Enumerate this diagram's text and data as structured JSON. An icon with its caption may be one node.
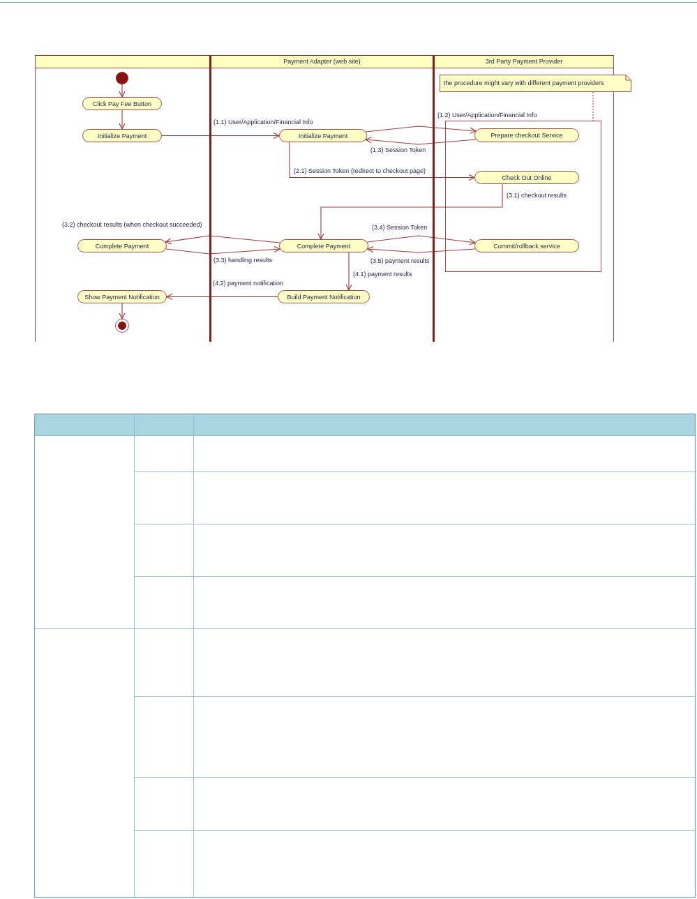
{
  "diagram": {
    "nodes": [
      {
        "text": [],
        "shape": "box"
      },
      {
        "text": [
          "Payment Adapter (web site)"
        ]
      },
      {
        "text": [
          "3rd Party Payment Provider"
        ]
      },
      {
        "text": [],
        "shape": "circle",
        "in": 0
      },
      {
        "text": [
          "the procedure might vary with different payment providers"
        ]
      },
      {
        "text": [
          "Click Pay Fee Button"
        ],
        "in": 0
      },
      {
        "text": [
          "Initialize Payment"
        ],
        "in": 0
      },
      {
        "text": [
          "Initialize Payment"
        ],
        "in": 1
      },
      {
        "text": [],
        "shape": "box",
        "in": 2
      },
      {
        "text": [
          "Prepare checkout Service"
        ],
        "in": 8
      },
      {
        "text": [
          "Check Out Online"
        ],
        "in": 8
      },
      {
        "text": [
          "Complete Payment"
        ],
        "in": 0
      },
      {
        "text": [
          "Complete Payment"
        ],
        "in": 1
      },
      {
        "text": [
          "Commit/rollback service"
        ],
        "in": 8
      },
      {
        "text": [
          "Show Payment Notification"
        ],
        "in": 0
      },
      {
        "text": [
          "Build Payment Notification"
        ],
        "in": 1
      },
      {
        "text": [],
        "shape": "circle",
        "in": 0
      }
    ],
    "edges": [
      {
        "from": 3,
        "to": 5,
        "arrow": "to"
      },
      {
        "from": 5,
        "to": 6,
        "arrow": "to"
      },
      {
        "from": 6,
        "to": 7,
        "arrow": "to",
        "label": "(1.1) User/Application/Financial Info"
      },
      {
        "from": 7,
        "to": 9,
        "arrow": "to",
        "label": "(1.2) User/Application/Financial Info"
      },
      {
        "from": 9,
        "to": 7,
        "arrow": "to",
        "label": "(1.3) Session Token"
      },
      {
        "from": 7,
        "to": 10,
        "arrow": "to",
        "label": "(2.1) Session Token (redirect to checkout page)"
      },
      {
        "from": 10,
        "to": 12,
        "arrow": "to",
        "label": "(3.1) checkout results"
      },
      {
        "from": 12,
        "to": 11,
        "arrow": "to",
        "label": "(3.2) checkout results (when checkout succeeded)"
      },
      {
        "from": 11,
        "to": 12,
        "arrow": "to",
        "label": "(3.3) handling results"
      },
      {
        "from": 12,
        "to": 13,
        "arrow": "to",
        "label": "(3.4) Session Token"
      },
      {
        "from": 13,
        "to": 12,
        "arrow": "to",
        "label": "(3.5) payment results"
      },
      {
        "from": 12,
        "to": 15,
        "arrow": "to",
        "label": "(4.1) payment results"
      },
      {
        "from": 15,
        "to": 14,
        "arrow": "to",
        "label": "(4.2) payment notification"
      },
      {
        "from": 14,
        "to": 16,
        "arrow": "to"
      },
      {
        "from": 4,
        "to": 8,
        "arrow": "none",
        "style": "dashed"
      }
    ]
  }
}
